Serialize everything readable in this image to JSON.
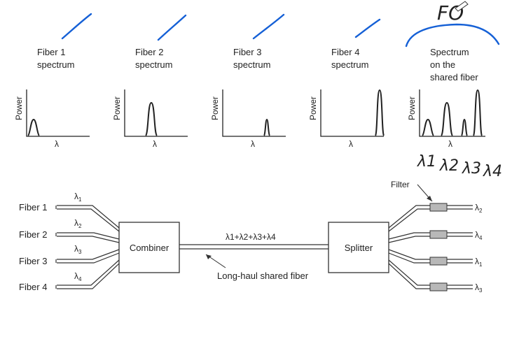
{
  "spectra": [
    {
      "title_lines": [
        "Fiber 1",
        "spectrum"
      ]
    },
    {
      "title_lines": [
        "Fiber 2",
        "spectrum"
      ]
    },
    {
      "title_lines": [
        "Fiber 3",
        "spectrum"
      ]
    },
    {
      "title_lines": [
        "Fiber 4",
        "spectrum"
      ]
    },
    {
      "title_lines": [
        "Spectrum",
        "on the",
        "shared fiber"
      ]
    }
  ],
  "axis": {
    "y_label": "Power",
    "x_label": "λ"
  },
  "inputs": [
    {
      "fiber": "Fiber 1",
      "lambda": "λ",
      "sub": "1"
    },
    {
      "fiber": "Fiber 2",
      "lambda": "λ",
      "sub": "2"
    },
    {
      "fiber": "Fiber 3",
      "lambda": "λ",
      "sub": "3"
    },
    {
      "fiber": "Fiber 4",
      "lambda": "λ",
      "sub": "4"
    }
  ],
  "combiner_label": "Combiner",
  "splitter_label": "Splitter",
  "filter_label": "Filter",
  "sum_label": "λ1+λ2+λ3+λ4",
  "shared_fiber_label": "Long-haul shared fiber",
  "outputs": [
    {
      "lambda": "λ",
      "sub": "2"
    },
    {
      "lambda": "λ",
      "sub": "4"
    },
    {
      "lambda": "λ",
      "sub": "1"
    },
    {
      "lambda": "λ",
      "sub": "3"
    }
  ],
  "annotations": {
    "fo_note": "FO",
    "handwritten_lambdas": [
      "λ1",
      "λ2",
      "λ3",
      "λ4"
    ],
    "ink_color": "#1560d6"
  }
}
